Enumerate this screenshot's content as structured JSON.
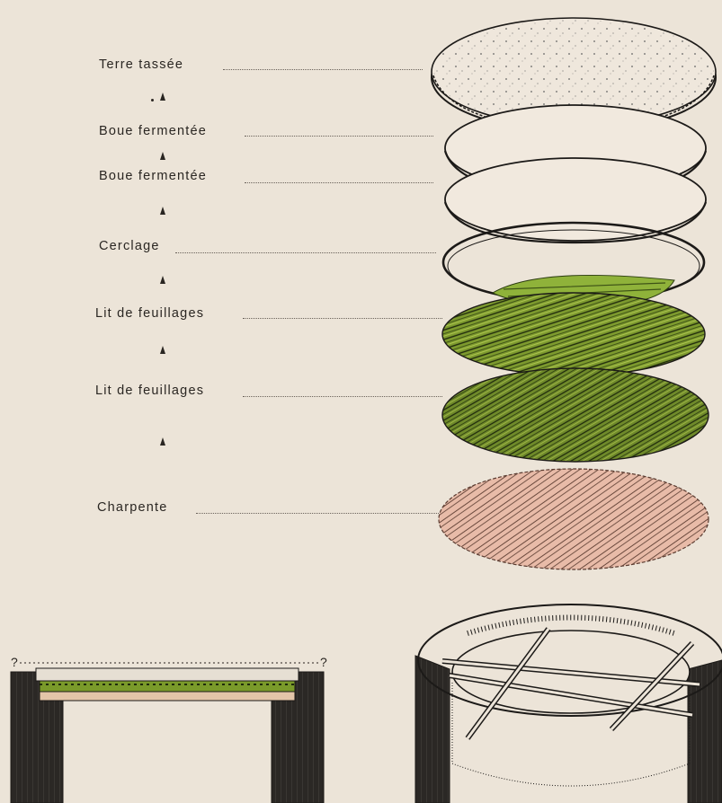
{
  "layers": [
    {
      "id": "terre",
      "label": "Terre tassée"
    },
    {
      "id": "boue1",
      "label": "Boue fermentée"
    },
    {
      "id": "boue2",
      "label": "Boue fermentée"
    },
    {
      "id": "cerclage",
      "label": "Cerclage"
    },
    {
      "id": "lit1",
      "label": "Lit de feuillages"
    },
    {
      "id": "lit2",
      "label": "Lit de feuillages"
    },
    {
      "id": "charpente",
      "label": "Charpente"
    }
  ],
  "section_marks": {
    "left": "?",
    "right": "?"
  },
  "colors": {
    "background": "#ece4d8",
    "foliage": "#6f8a2a",
    "foliage_light": "#a9bf4a",
    "timber": "#e6b7a4",
    "ink": "#1c1a18"
  }
}
